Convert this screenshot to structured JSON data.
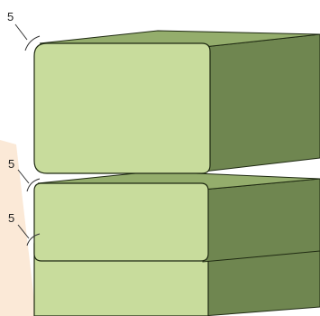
{
  "diagram": {
    "blocks": [
      {
        "name": "top-block",
        "radius_label": "5"
      },
      {
        "name": "middle-block",
        "radius_label": "5"
      },
      {
        "name": "bottom-block",
        "radius_label": "5"
      }
    ]
  },
  "colors": {
    "front_face": "#c8dc9c",
    "top_face": "#94ad6c",
    "side_face": "#6f8650",
    "outline": "#1f2a12",
    "background_wedge": "#fbe9d7",
    "dimension_line": "#333333"
  }
}
